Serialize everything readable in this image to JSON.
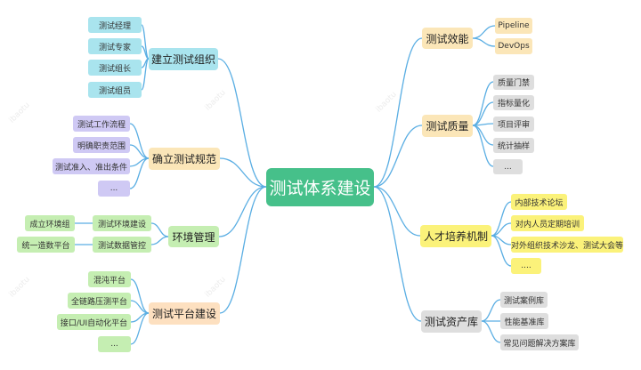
{
  "root": "测试体系建设",
  "left": {
    "org": {
      "title": "建立测试组织",
      "items": [
        "测试经理",
        "测试专家",
        "测试组长",
        "测试组员"
      ]
    },
    "spec": {
      "title": "确立测试规范",
      "items": [
        "测试工作流程",
        "明确职责范围",
        "测试准入、准出条件",
        "..."
      ]
    },
    "env": {
      "title": "环境管理",
      "items": [
        "测试环境建设",
        "测试数据管控"
      ],
      "sub": [
        "成立环境组",
        "统一造数平台"
      ]
    },
    "platform": {
      "title": "测试平台建设",
      "items": [
        "混沌平台",
        "全链路压测平台",
        "接口/UI自动化平台",
        "..."
      ]
    }
  },
  "right": {
    "efficiency": {
      "title": "测试效能",
      "items": [
        "Pipeline",
        "DevOps"
      ]
    },
    "quality": {
      "title": "测试质量",
      "items": [
        "质量门禁",
        "指标量化",
        "项目评审",
        "统计抽样",
        "..."
      ]
    },
    "talent": {
      "title": "人才培养机制",
      "items": [
        "内部技术论坛",
        "对内人员定期培训",
        "对外组织技术沙龙、测试大会等",
        "...."
      ]
    },
    "assets": {
      "title": "测试资产库",
      "items": [
        "测试案例库",
        "性能基准库",
        "常见问题解决方案库"
      ]
    }
  },
  "colors": {
    "line": "#5aaee3",
    "root": "#46c08a"
  }
}
